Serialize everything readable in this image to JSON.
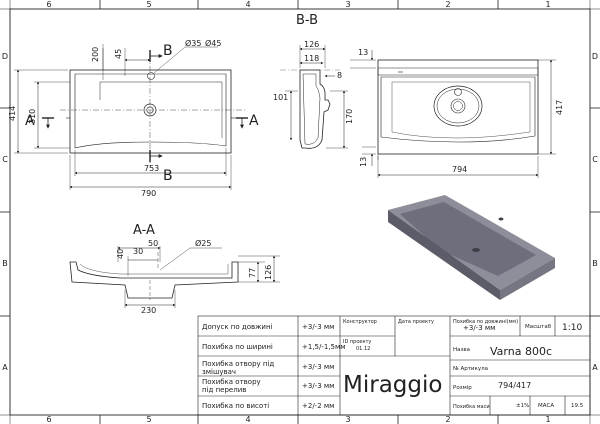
{
  "frame": {
    "col_numbers_top": [
      "6",
      "5",
      "4",
      "3",
      "2",
      "1"
    ],
    "col_numbers_bottom": [
      "6",
      "5",
      "4",
      "3",
      "2",
      "1"
    ],
    "row_letters_left": [
      "D",
      "C",
      "B",
      "A"
    ],
    "row_letters_right": [
      "D",
      "C",
      "B",
      "A"
    ]
  },
  "top_view": {
    "section_label_top": "B",
    "section_label_bottom": "B",
    "section_label_left": "A",
    "section_label_right": "A",
    "dim_200": "200",
    "dim_45": "45",
    "dim_d35": "Ø35",
    "dim_d45": "Ø45",
    "dim_414": "414",
    "dim_310": "310",
    "dim_753": "753",
    "dim_790": "790"
  },
  "section_bb": {
    "title": "B-B",
    "dim_126": "126",
    "dim_118": "118",
    "dim_8": "8",
    "dim_101": "101",
    "dim_170": "170"
  },
  "right_view": {
    "dim_13_top": "13",
    "dim_13_bottom": "13",
    "dim_417": "417",
    "dim_794": "794"
  },
  "section_aa": {
    "title": "A-A",
    "dim_30": "30",
    "dim_50": "50",
    "dim_40": "40",
    "dim_d25": "Ø25",
    "dim_77": "77",
    "dim_126": "126",
    "dim_230": "230"
  },
  "title_block": {
    "rows": [
      {
        "label": "Допуск по довжині",
        "value": "+3/-3 мм"
      },
      {
        "label": "Похибка по ширині",
        "value": "+1,5/-1,5мм"
      },
      {
        "label": "Похибка отвору під змішувач",
        "value": "+3/-3 мм"
      },
      {
        "label": "Похибка отвору під перелив",
        "value": "+3/-3 мм"
      },
      {
        "label": "Похибка по висоті",
        "value": "+2/-2 мм"
      }
    ],
    "constructor_label": "Конструктор",
    "date_label": "Дата проекту",
    "project_no_label": "ID проекту",
    "project_no_value": "01.12",
    "error_label": "Похибка по довжині(мм)",
    "error_value": "+3/-3 мм",
    "scale_label": "Масштаб",
    "scale_value": "1:10",
    "name_label": "Назва",
    "name_value": "Varna 800c",
    "article_label": "№ Артикула",
    "size_label": "Розмір",
    "size_value": "794/417",
    "brand": "Miraggio",
    "mass_error_label": "Похибка маси",
    "mass_error_value": "±1%",
    "mass_label": "МАСА",
    "mass_value": "19.5"
  },
  "colors": {
    "line": "#222222",
    "render_top": "#8e8e9a",
    "render_inner": "#6e6e7c",
    "render_side": "#5c5c68"
  }
}
